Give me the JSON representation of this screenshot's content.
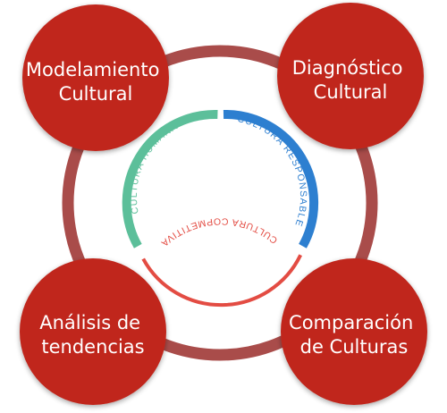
{
  "colors": {
    "outer_ring": "#a94c4a",
    "node_fill": "#c0281d",
    "node_shadow": "#8a1a12",
    "node_text": "#ffffff",
    "segment_human": "#5cbf9a",
    "segment_responsible": "#2d7fd0",
    "segment_competitive": "#e34c43",
    "background": "#ffffff"
  },
  "nodes": {
    "top_left": {
      "line1": "Modelamiento",
      "line2": "Cultural"
    },
    "top_right": {
      "line1": "Diagnóstico",
      "line2": "Cultural"
    },
    "bottom_left": {
      "line1": "Análisis de",
      "line2": "tendencias"
    },
    "bottom_right": {
      "line1": "Comparación",
      "line2": "de Culturas"
    }
  },
  "inner_ring": {
    "human": "CULTURA HUMANA",
    "responsible": "CULTURA RESPONSABLE",
    "competitive": "CULTURA COPMETITIVA"
  }
}
